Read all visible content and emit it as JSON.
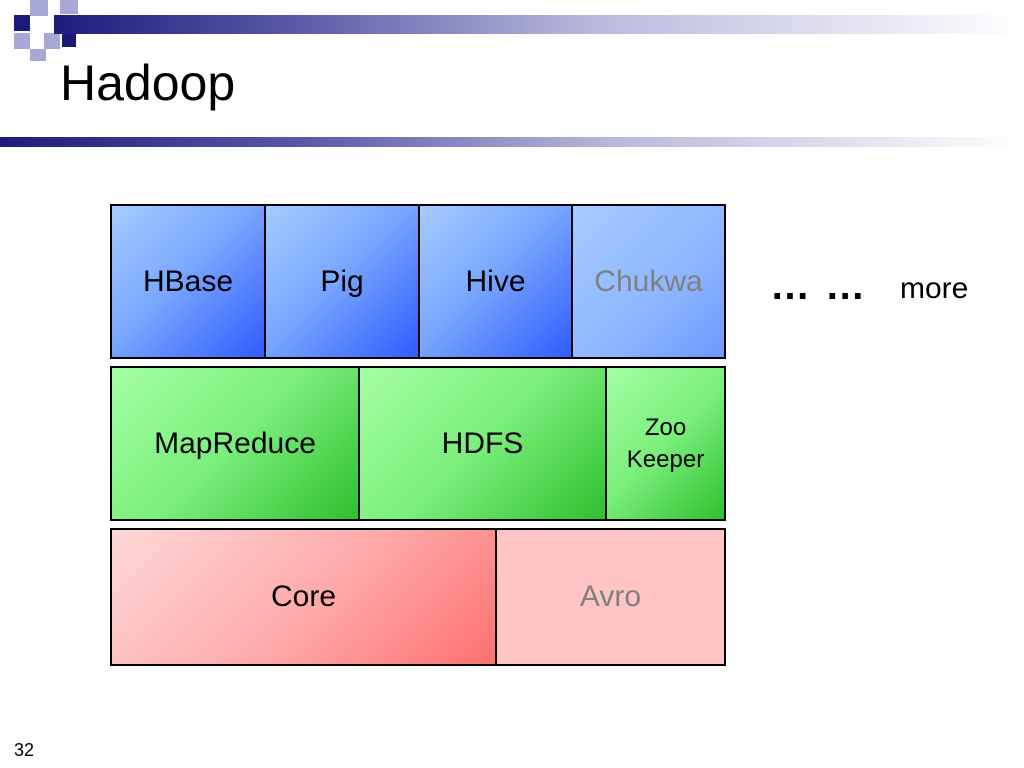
{
  "slide": {
    "title": "Hadoop",
    "page_number": "32"
  },
  "stack": {
    "row1": [
      {
        "label": "HBase"
      },
      {
        "label": "Pig"
      },
      {
        "label": "Hive"
      },
      {
        "label": "Chukwa"
      }
    ],
    "row2": [
      {
        "label": "MapReduce"
      },
      {
        "label": "HDFS"
      },
      {
        "label_line1": "Zoo",
        "label_line2": "Keeper"
      }
    ],
    "row3": [
      {
        "label": "Core"
      },
      {
        "label": "Avro"
      }
    ]
  },
  "extras": {
    "ellipsis": "… …",
    "more": "more"
  },
  "colors": {
    "header_dark": "#1a1a7a",
    "header_light": "#a8a8d8",
    "blue": "#5a8aff",
    "green": "#66dd66",
    "red": "#ff9a9a",
    "muted_text": "#808080"
  }
}
